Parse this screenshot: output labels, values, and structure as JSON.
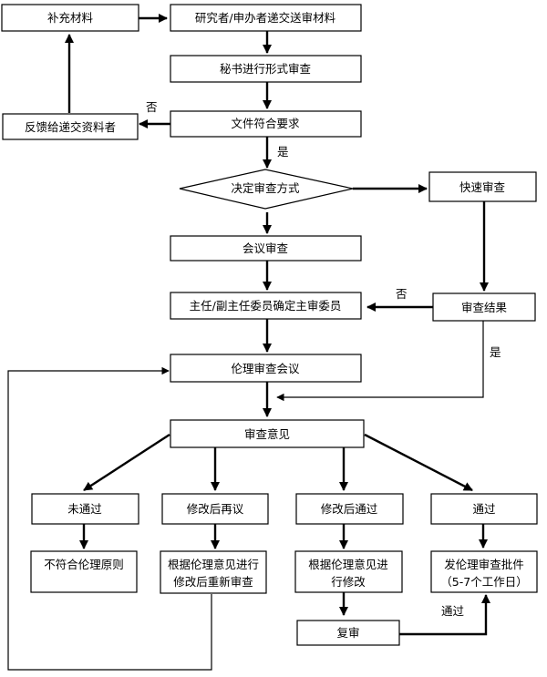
{
  "nodes": {
    "supplement": "补充材料",
    "submit": "研究者/申办者递交送审材料",
    "secretary": "秘书进行形式审查",
    "feedback": "反馈给递交资料者",
    "meets": "文件符合要求",
    "decide": "决定审查方式",
    "fast_review": "快速审查",
    "meeting_review": "会议审查",
    "director": "主任/副主任委员确定主审委员",
    "review_result": "审查结果",
    "ethics_meeting": "伦理审查会议",
    "opinion": "审查意见",
    "not_passed": "未通过",
    "revise_rediscuss": "修改后再议",
    "revise_pass": "修改后通过",
    "passed": "通过",
    "noncompliant": "不符合伦理原则",
    "revise_resubmit_1": "根据伦理意见进行",
    "revise_resubmit_2": "修改后重新审查",
    "revise_per_1": "根据伦理意见进",
    "revise_per_2": "行修改",
    "recheck": "复审",
    "approval_1": "发伦理审查批件",
    "approval_2": "（5-7个工作日）"
  },
  "edge_labels": {
    "no_1": "否",
    "yes_1": "是",
    "no_2": "否",
    "yes_2": "是",
    "pass": "通过"
  }
}
